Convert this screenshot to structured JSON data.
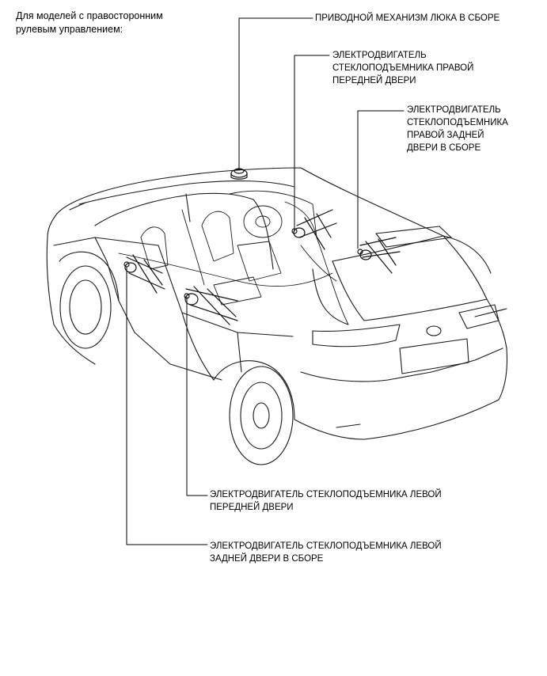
{
  "header": {
    "line1": "Для моделей с правосторонним",
    "line2": "рулевым управлением:"
  },
  "callouts": {
    "sunroof": {
      "line1": "ПРИВОДНОЙ МЕХАНИЗМ ЛЮКА В СБОРЕ"
    },
    "front_right": {
      "line1": "ЭЛЕКТРОДВИГАТЕЛЬ",
      "line2": "СТЕКЛОПОДЪЕМНИКА ПРАВОЙ",
      "line3": "ПЕРЕДНЕЙ ДВЕРИ"
    },
    "rear_right": {
      "line1": "ЭЛЕКТРОДВИГАТЕЛЬ",
      "line2": "СТЕКЛОПОДЪЕМНИКА",
      "line3": "ПРАВОЙ ЗАДНЕЙ",
      "line4": "ДВЕРИ В СБОРЕ"
    },
    "front_left": {
      "line1": "ЭЛЕКТРОДВИГАТЕЛЬ СТЕКЛОПОДЪЕМНИКА ЛЕВОЙ",
      "line2": "ПЕРЕДНЕЙ ДВЕРИ"
    },
    "rear_left": {
      "line1": "ЭЛЕКТРОДВИГАТЕЛЬ СТЕКЛОПОДЪЕМНИКА ЛЕВОЙ",
      "line2": "ЗАДНЕЙ ДВЕРИ В СБОРЕ"
    }
  }
}
